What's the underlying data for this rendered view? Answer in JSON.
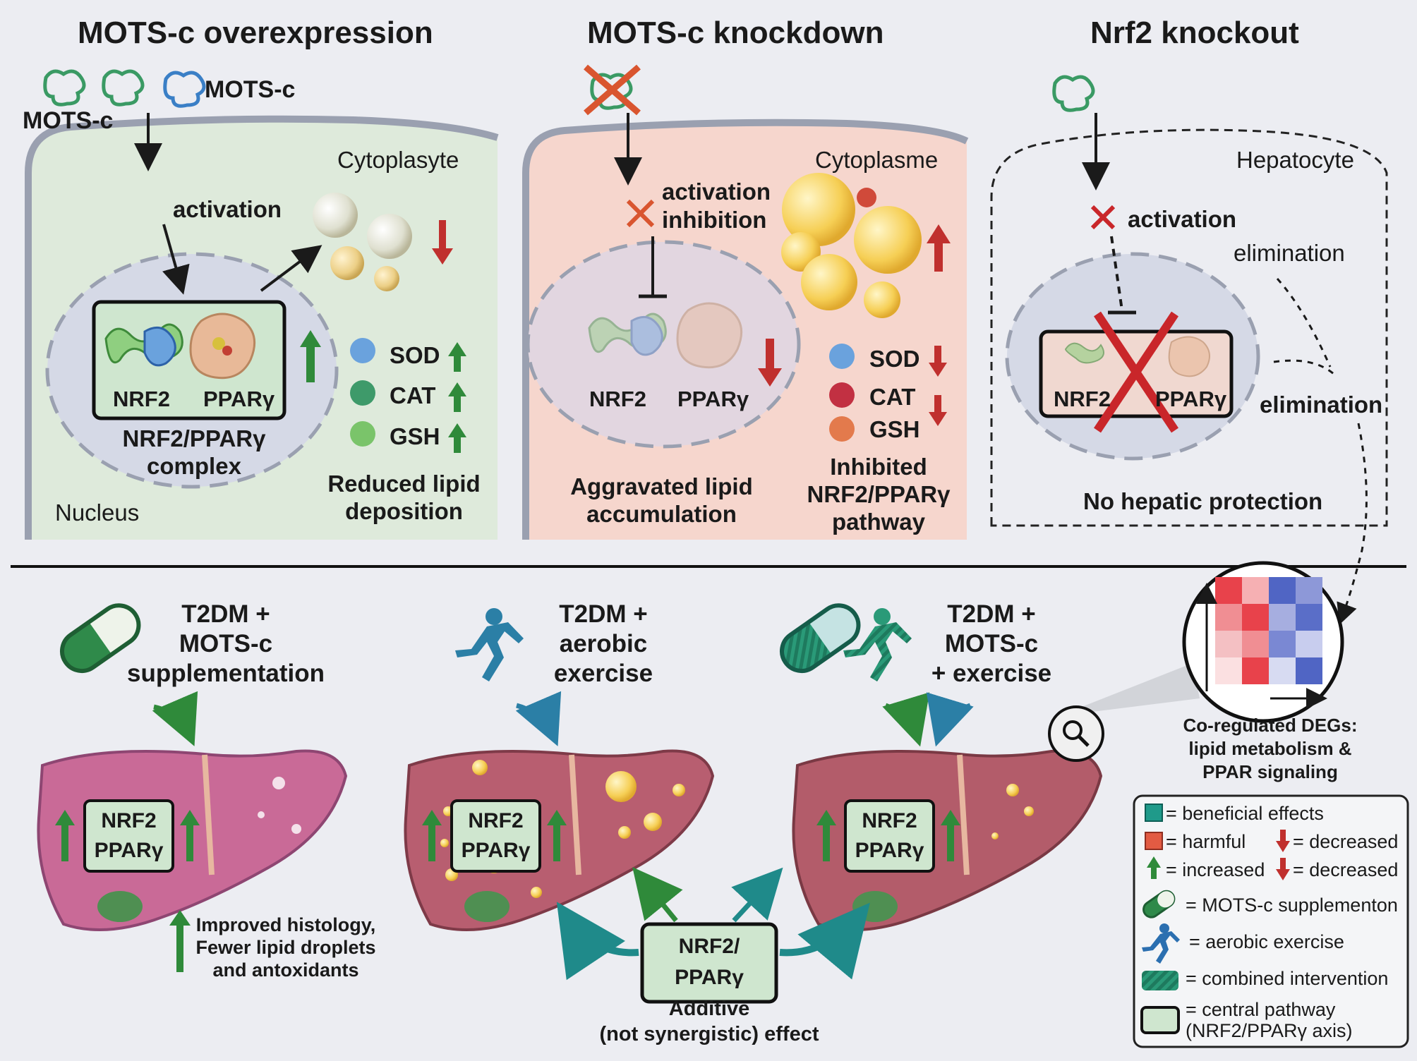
{
  "panels": {
    "overexpression": {
      "title": "MOTS-c overexpression",
      "peptide_label_right": "MOTS-c",
      "peptide_label_left": "MOTS-c",
      "compartment": "Cytoplasyte",
      "activation": "activation",
      "complex_labels": [
        "NRF2",
        "PPARγ"
      ],
      "complex_caption": [
        "NRF2/PPARγ",
        "complex"
      ],
      "nucleus": "Nucleus",
      "antioxidants": [
        "SOD",
        "CAT",
        "GSH"
      ],
      "outcome": [
        "Reduced lipid",
        "deposition"
      ]
    },
    "knockdown": {
      "title": "MOTS-c knockdown",
      "compartment": "Cytoplasme",
      "inhibition": [
        "activation",
        "inhibition"
      ],
      "complex_labels": [
        "NRF2",
        "PPARγ"
      ],
      "antioxidants": [
        "SOD",
        "CAT",
        "GSH"
      ],
      "outcome_left": [
        "Aggravated lipid",
        "accumulation"
      ],
      "outcome_right": [
        "Inhibited",
        "NRF2/PPARγ",
        "pathway"
      ]
    },
    "knockout": {
      "title": "Nrf2 knockout",
      "compartment": "Hepatocyte",
      "activation": "activation",
      "elimination_1": "elimination",
      "elimination_2": "elimination",
      "complex_labels": [
        "NRF2",
        "PPARγ"
      ],
      "outcome": "No hepatic protection"
    }
  },
  "treatments": [
    {
      "lines": [
        "T2DM +",
        "MOTS-c",
        "supplementation"
      ]
    },
    {
      "lines": [
        "T2DM +",
        "aerobic",
        "exercise"
      ]
    },
    {
      "lines": [
        "T2DM +",
        "MOTS-c",
        "+ exercise"
      ]
    }
  ],
  "liver_box": [
    "NRF2",
    "PPARγ"
  ],
  "liver1_note": [
    "Improved histology,",
    "Fewer lipid droplets",
    "and antoxidants"
  ],
  "central": {
    "box": [
      "NRF2/",
      "PPARγ"
    ],
    "caption": [
      "Additive",
      "(not synergistic) effect"
    ]
  },
  "deg_caption": [
    "Co-regulated DEGs:",
    "lipid metabolism &",
    "PPAR signaling"
  ],
  "legend": {
    "beneficial": "= beneficial effects",
    "harmful": "= harmful",
    "decreased_a": "= decreased",
    "increased": "= increased",
    "decreased_b": "= decreased",
    "mots": "= MOTS-c supplementon",
    "exercise": "= aerobic exercise",
    "combined": "= combined intervention",
    "central": [
      "= central pathway",
      "(NRF2/PPARγ axis)"
    ]
  },
  "colors": {
    "green_panel": "#deeadb",
    "pink_panel": "#f6d6cd",
    "up_arrow": "#2f8a3a",
    "down_arrow": "#c0302e",
    "teal": "#1f8a8a",
    "blue_runner": "#2b6fb0",
    "liver_pink": "#c96a97",
    "liver_red": "#b45a6e",
    "droplet": "#f7d36a"
  }
}
